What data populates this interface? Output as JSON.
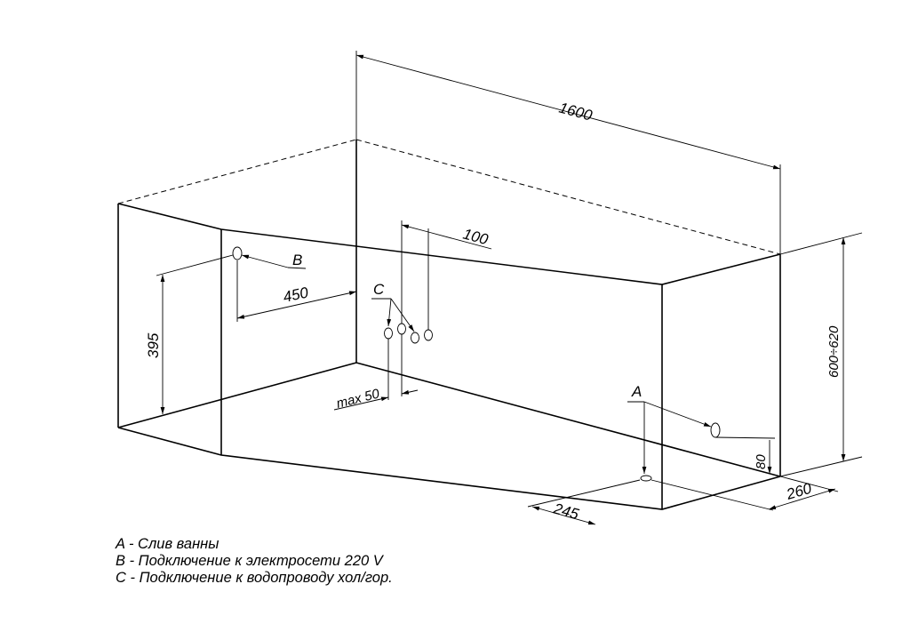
{
  "dimensions": {
    "length": "1600",
    "height": "600÷620",
    "offset_c": "100",
    "offset_b": "450",
    "height_b": "395",
    "max_c": "max 50",
    "height_a": "80",
    "offset_a_side": "260",
    "offset_a_front": "245"
  },
  "points": {
    "a": "A",
    "b": "B",
    "c": "C"
  },
  "legend": [
    "A - Слив ванны",
    "B - Подключение к электросети 220 V",
    "C - Подключение к водопроводу хол/гор."
  ]
}
